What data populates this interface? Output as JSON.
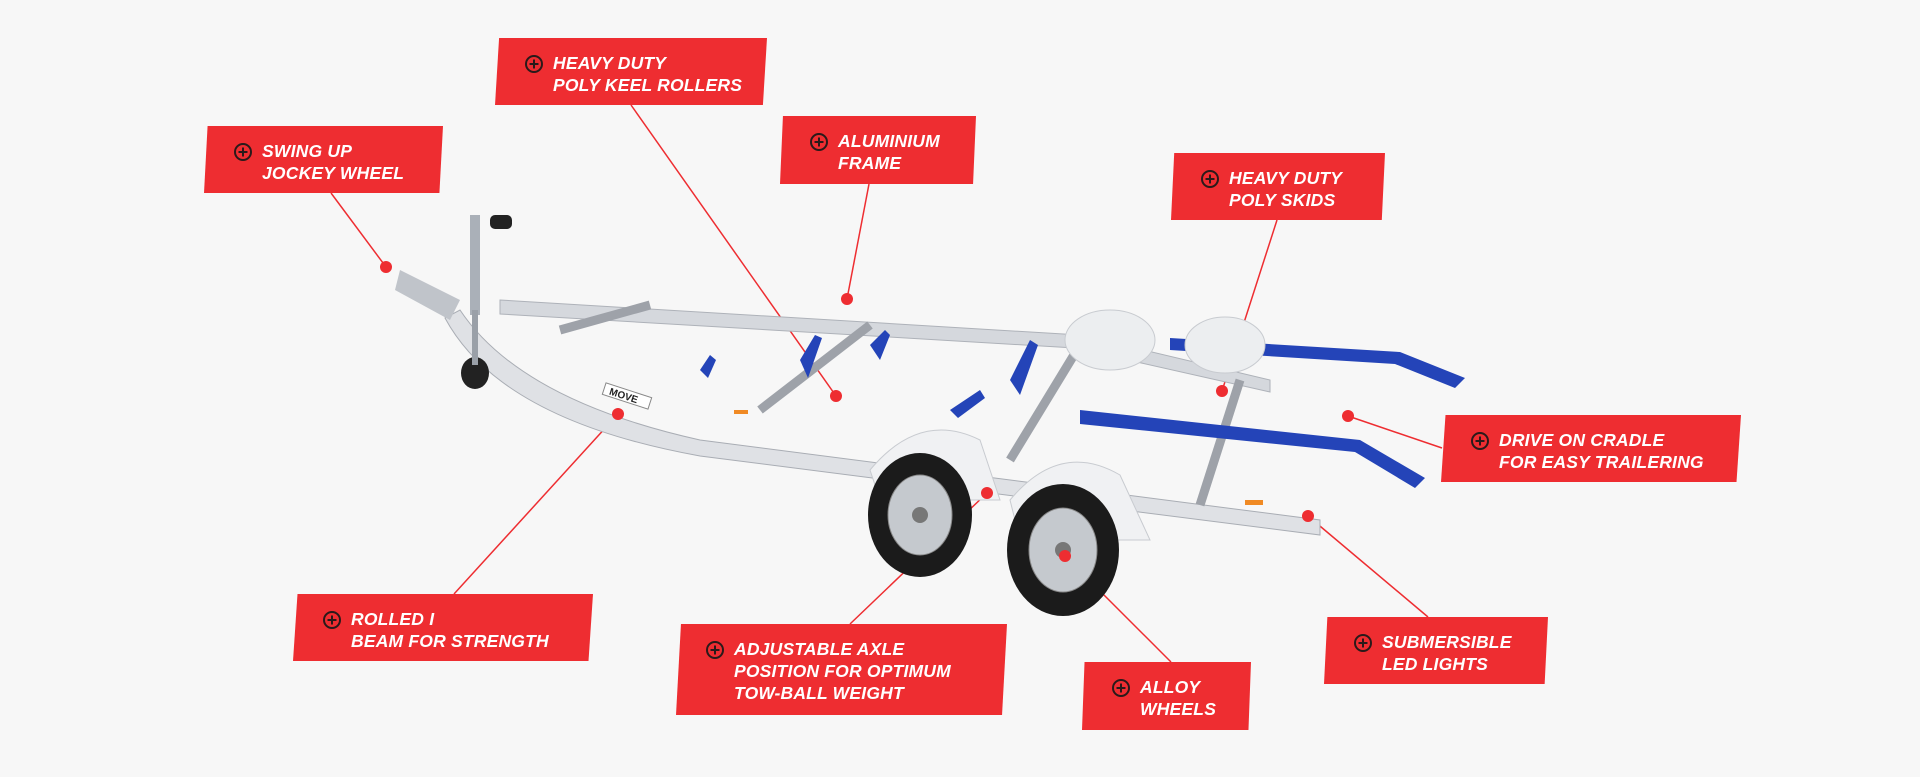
{
  "colors": {
    "accent": "#ee2d31",
    "frame": "#c9ccd2",
    "skid": "#2444b8",
    "tyre": "#1b1b1b",
    "background": "#f7f7f7"
  },
  "brand_mark": "MOVE",
  "features": [
    {
      "id": "jockey",
      "lines": [
        "Swing up",
        "Jockey wheel"
      ]
    },
    {
      "id": "keel",
      "lines": [
        "Heavy duty",
        "Poly keel rollers"
      ]
    },
    {
      "id": "frame",
      "lines": [
        "Aluminium",
        "Frame"
      ]
    },
    {
      "id": "skids",
      "lines": [
        "Heavy duty",
        "Poly skids"
      ]
    },
    {
      "id": "cradle",
      "lines": [
        "Drive on cradle",
        "For easy trailering"
      ]
    },
    {
      "id": "beam",
      "lines": [
        "Rolled I",
        "Beam for strength"
      ]
    },
    {
      "id": "axle",
      "lines": [
        "Adjustable axle",
        "Position for optimum",
        "Tow-ball weight"
      ]
    },
    {
      "id": "wheels",
      "lines": [
        "Alloy",
        "Wheels"
      ]
    },
    {
      "id": "lights",
      "lines": [
        "Submersible",
        "LED lights"
      ]
    }
  ]
}
